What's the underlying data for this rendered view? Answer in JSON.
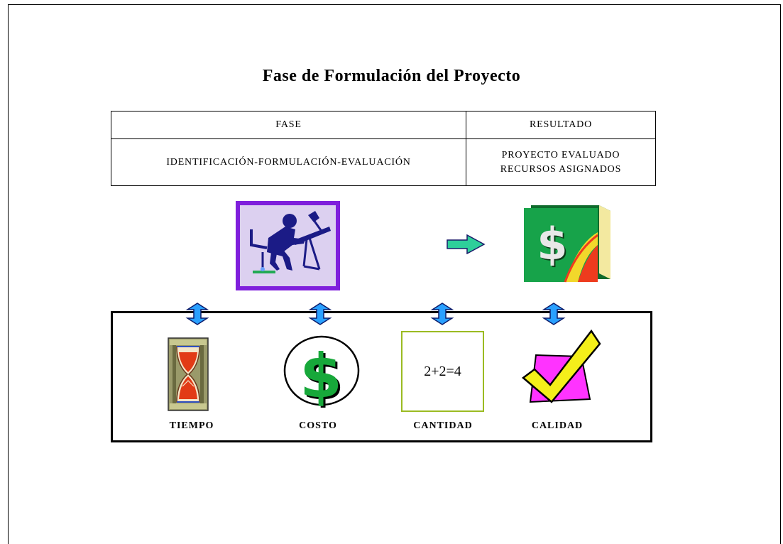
{
  "title": "Fase de Formulación del Proyecto",
  "table": {
    "headers": [
      "FASE",
      "RESULTADO"
    ],
    "phase": "IDENTIFICACIÓN-FORMULACIÓN-EVALUACIÓN",
    "result_lines": [
      "PROYECTO EVALUADO",
      "RECURSOS ASIGNADOS"
    ]
  },
  "illustrations": {
    "drafter": "person-at-drafting-table-icon",
    "flow_arrow": "arrow-right-icon",
    "book": "dollar-book-icon"
  },
  "factors": [
    {
      "label": "TIEMPO",
      "icon": "hourglass-icon"
    },
    {
      "label": "COSTO",
      "icon": "dollar-coin-icon"
    },
    {
      "label": "CANTIDAD",
      "icon": "math-equation-icon",
      "text": "2+2=4"
    },
    {
      "label": "CALIDAD",
      "icon": "checkmark-icon"
    }
  ],
  "colors": {
    "drafter_border": "#7f1fdc",
    "drafter_bg": "#dcd0f0",
    "arrow": "#2ecf9a",
    "book_green": "#17a34a",
    "connector": "#2aa0ff",
    "money_green": "#17a83a",
    "check_yellow": "#f4ef1a",
    "check_magenta": "#ff33ff",
    "math_border": "#9bbb22"
  }
}
